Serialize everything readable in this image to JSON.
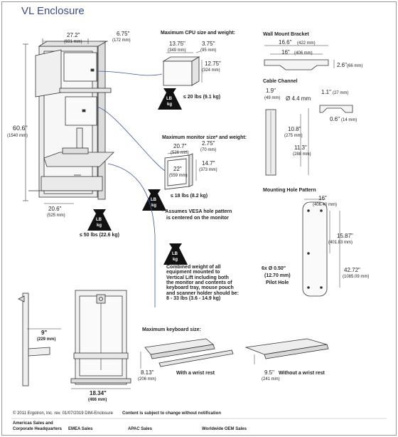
{
  "title": "VL Enclosure",
  "main_dims": {
    "width_in": "27.2\"",
    "width_mm": "(691 mm)",
    "depth_in": "6.75\"",
    "depth_mm": "(172 mm)",
    "height_in": "60.6\"",
    "height_mm": "(1540 mm)",
    "base_in": "20.6\"",
    "base_mm": "(525 mm)",
    "weight_total": "≤ 50 lbs (22.6 kg)"
  },
  "cpu": {
    "heading": "Maximum CPU size and weight:",
    "w_in": "13.75\"",
    "w_mm": "(349 mm)",
    "d_in": "3.75\"",
    "d_mm": "(95 mm)",
    "h_in": "12.75\"",
    "h_mm": "(324 mm)",
    "weight": "≤ 20 lbs (9.1 kg)"
  },
  "monitor": {
    "heading": "Maximum monitor size* and weight:",
    "w_in": "20.7\"",
    "w_mm": "(526 mm)",
    "d_in": "2.75\"",
    "d_mm": "(70 mm)",
    "h_in": "14.7\"",
    "h_mm": "(373 mm)",
    "diag_in": "22\"",
    "diag_mm": "(559 mm)",
    "weight": "≤ 18 lbs (8.2 kg)",
    "note_line1": "* Assumes VESA hole pattern",
    "note_line2": "is centered on the monitor"
  },
  "combined": {
    "lines": [
      "Combined weight of all",
      "equipment mounted to",
      "Vertical Lift including both",
      "the monitor and contents of",
      "keyboard tray, mouse pouch",
      "and scanner holder should be:",
      "8 - 33 lbs (3.6 - 14.9 kg)"
    ]
  },
  "lb_icon": {
    "top": "LB",
    "bottom": "kg"
  },
  "wall_bracket": {
    "heading": "Wall Mount Bracket",
    "w1_in": "16.6\"",
    "w1_mm": "(422 mm)",
    "w2_in": "16\"",
    "w2_mm": "(406 mm)",
    "h_in": "2.6\"",
    "h_mm": "(66 mm)"
  },
  "cable_channel": {
    "heading": "Cable Channel",
    "w_in": "1.9\"",
    "w_mm": "(49 mm)",
    "dia": "Ø 4.4 mm",
    "len1_in": "10.8\"",
    "len1_mm": "(275 mm)",
    "len2_in": "11.3\"",
    "len2_mm": "(288 mm)",
    "c1_in": "1.1\"",
    "c1_mm": "(27 mm)",
    "c2_in": "0.6\"",
    "c2_mm": "(14 mm)"
  },
  "mounting": {
    "heading": "Mounting Hole Pattern",
    "top_in": "16\"",
    "top_mm": "(406.40 mm)",
    "mid_in": "15.87\"",
    "mid_mm": "(401.83 mm)",
    "bot_in": "42.72\"",
    "bot_mm": "(1085.09 mm)",
    "hole_line1": "6x Ø 0.50\"",
    "hole_line2": "(12.70 mm)",
    "hole_line3": "Pilot Hole"
  },
  "side_view": {
    "depth_in": "9\"",
    "depth_mm": "(229 mm)",
    "width_in": "18.34\"",
    "width_mm": "(466 mm)"
  },
  "keyboard": {
    "heading": "Maximum keyboard size:",
    "with_in": "8.13\"",
    "with_mm": "(206 mm)",
    "with_label": "With a wrist rest",
    "without_in": "9.5\"",
    "without_mm": "(241 mm)",
    "without_label": "Without a wrist rest"
  },
  "footer": {
    "copyright": "© 2011 Ergotron, Inc.  rev. 01/07/2019  DIM-Enclosure",
    "notice": "Content is subject to change without notification",
    "col1_line1": "Americas Sales and",
    "col1_line2": "Corporate Headquarters",
    "col2": "EMEA Sales",
    "col3": "APAC Sales",
    "col4": "Worldwide OEM Sales"
  },
  "colors": {
    "title": "#3a4d8f",
    "callout_line": "#3b57a8",
    "drawing": "#333333",
    "panel": "#e9e9e9"
  }
}
